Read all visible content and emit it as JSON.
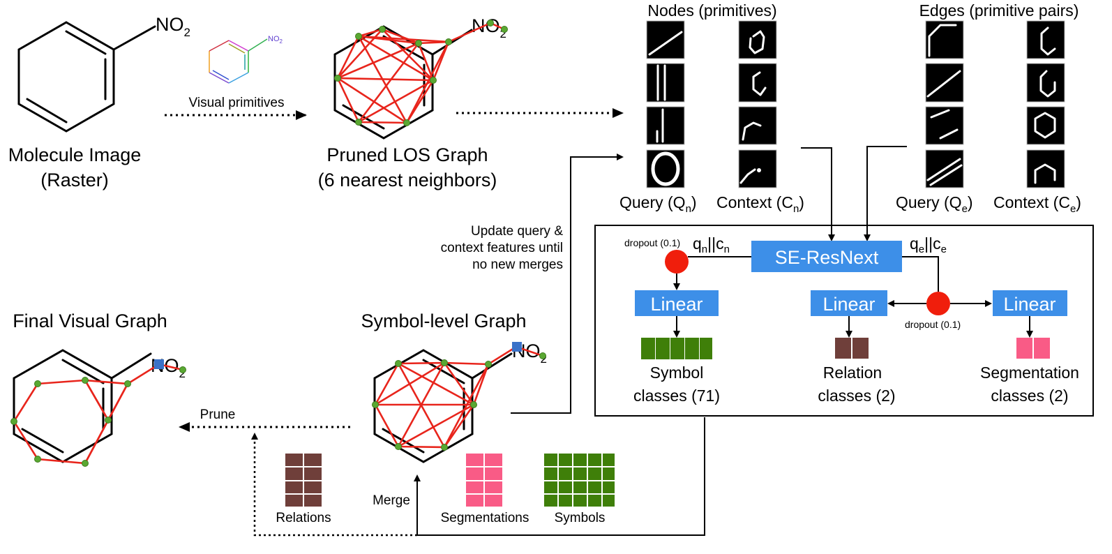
{
  "labels": {
    "molecule_image": "Molecule Image",
    "raster": "(Raster)",
    "visual_primitives": "Visual primitives",
    "pruned_los_graph": "Pruned LOS Graph",
    "six_nearest": "(6 nearest neighbors)",
    "nodes_title": "Nodes (primitives)",
    "edges_title": "Edges (primitive pairs)",
    "query_n": "Query (Q",
    "query_n_sub": "n",
    "context_n": "Context (C",
    "context_n_sub": "n",
    "query_e": "Query (Q",
    "query_e_sub": "e",
    "context_e": "Context (C",
    "context_e_sub": "e",
    "close_paren": ")",
    "update_line1": "Update query &",
    "update_line2": "context features until",
    "update_line3": "no new merges",
    "final_visual_graph": "Final Visual Graph",
    "symbol_level_graph": "Symbol-level Graph",
    "prune": "Prune",
    "merge": "Merge",
    "relations": "Relations",
    "segmentations": "Segmentations",
    "symbols": "Symbols",
    "no2_main": "NO",
    "no2_sub": "2"
  },
  "network": {
    "backbone": "SE-ResNext",
    "linear": "Linear",
    "dropout_left": "dropout (0.1)",
    "dropout_right": "dropout (0.1)",
    "concat_n_q": "q",
    "concat_n_qsub": "n",
    "concat_n_bar": "||c",
    "concat_n_csub": "n",
    "concat_e_q": "q",
    "concat_e_qsub": "e",
    "concat_e_bar": "||c",
    "concat_e_csub": "e",
    "symbol_classes_l1": "Symbol",
    "symbol_classes_l2": "classes (71)",
    "relation_classes_l1": "Relation",
    "relation_classes_l2": "classes (2)",
    "segmentation_classes_l1": "Segmentation",
    "segmentation_classes_l2": "classes (2)"
  },
  "colors": {
    "box_blue": "#3d8fe8",
    "dropout_red": "#f01e0c",
    "edge_red": "#e8251c",
    "node_green": "#5aa832",
    "symbol_green": "#3f7f09",
    "relation_brown": "#6f3f3a",
    "segmentation_pink": "#f95b86"
  },
  "icons": {
    "merged_node": "blue-square-icon",
    "primitive_node": "green-dot-icon"
  }
}
